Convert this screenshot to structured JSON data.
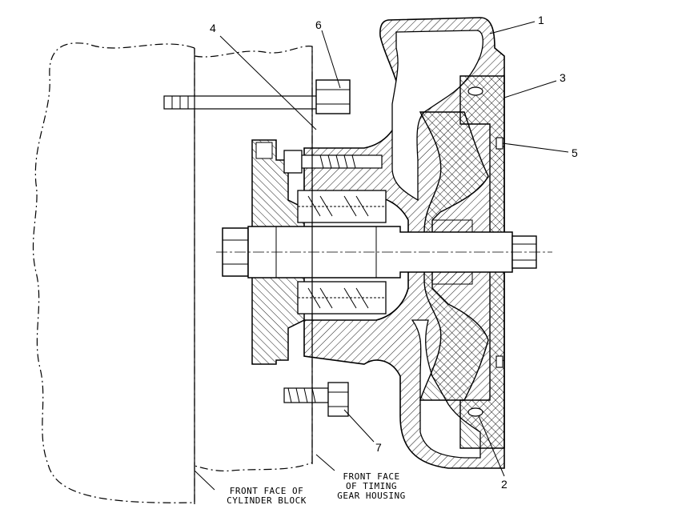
{
  "callouts": [
    "1",
    "2",
    "3",
    "4",
    "5",
    "6",
    "7"
  ],
  "captions": {
    "cylinder_block": [
      "FRONT FACE OF",
      "CYLINDER BLOCK"
    ],
    "timing_gear_housing": [
      "FRONT FACE",
      "OF TIMING",
      "GEAR HOUSING"
    ]
  }
}
